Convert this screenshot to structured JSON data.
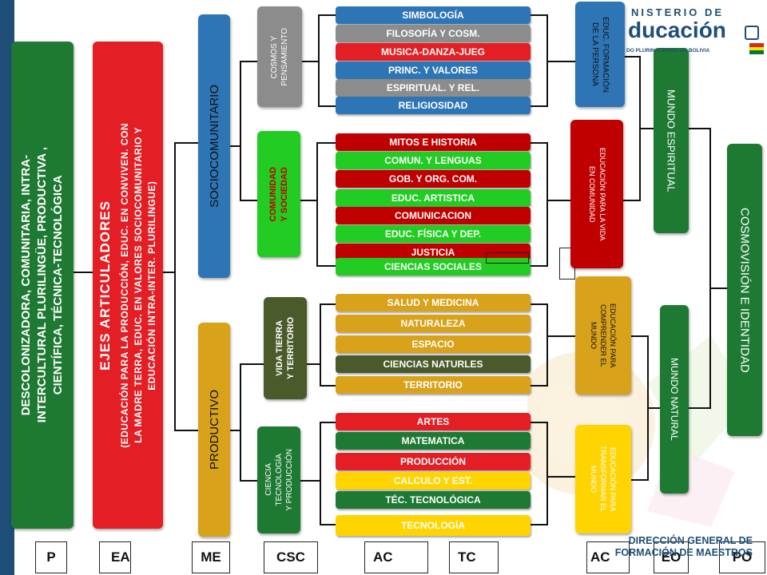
{
  "header": {
    "logo_top": "NISTERIO DE",
    "logo_main": "ducación",
    "logo_sub": "DO PLURINACIONAL DE BOLIVIA"
  },
  "footer": {
    "org_line1": "DIRECCIÓN GENERAL DE",
    "org_line2": "FORMACIÓN DE MAESTROS"
  },
  "boxes": {
    "main": "DESCOLONIZADORA, COMUNITARIA, INTRA-\nINTERCULTURAL PLURILINGÜE, PRODUCTIVA ,\nCIENTÍFICA, TÉCNICA-TECNOLÓGICA",
    "ejes_title": "EJES ARTICULADORES",
    "ejes_text": "(EDUCACIÓN PARA LA PRODUCCIÓN, EDUC. EN CONVIVEN. CON\nLA MADRE TERRA, EDUC. EN VALORES SOCIOCOMUNITARIO Y\nEDUCACIÓN INTRA-INTER. PLURILINGUE)",
    "sociocomunitario": "SOCIOCOMUNITARIO",
    "productivo": "PRODUCTIVO",
    "cosmos": "COSMOS Y\nPENSAMIENTO",
    "comunidad": "COMUNIDAD\nY SOCIEDAD",
    "vida_tierra": "VIDA TIERRA\nY TERRITORIO",
    "ciencia": "CIENCIA\nTECNOLOGÍA\nY PRODUCCIÓN",
    "educ_persona": "EDUC. FORMACIÓN\nDE LA PERSONA",
    "educ_comunidad": "EDUCACIÓN PARA LA VIDA\nEN COMUNIDAD",
    "educ_comprender": "EDUCACIÓN PARA\nCOMPRENDER EL\nMUNDO",
    "educ_transformar": "EDUCACIÓN PARA\nTRANSFORMAR EL\nMUNDO",
    "mundo_espiritual": "MUNDO ESPIRITUAL",
    "mundo_natural": "MUNDO NATURAL",
    "cosmovision": "COSMOVISIÓN E IDENTIDAD"
  },
  "areas": [
    {
      "label": "SIMBOLOGÍA",
      "color": "#2e75b6"
    },
    {
      "label": "FILOSOFÍA Y COSM.",
      "color": "#8c8c8c"
    },
    {
      "label": "MUSICA-DANZA-JUEG",
      "color": "#e31e24"
    },
    {
      "label": "PRINC. Y VALORES",
      "color": "#2e75b6"
    },
    {
      "label": "ESPIRITUAL. Y REL.",
      "color": "#8c8c8c"
    },
    {
      "label": "RELIGIOSIDAD",
      "color": "#2e75b6"
    },
    {
      "label": "MITOS  E HISTORIA",
      "color": "#c00000"
    },
    {
      "label": "COMUN. Y LENGUAS",
      "color": "#22cc22"
    },
    {
      "label": "GOB. Y ORG. COM.",
      "color": "#c00000"
    },
    {
      "label": "EDUC. ARTISTICA",
      "color": "#22cc22"
    },
    {
      "label": "COMUNICACION",
      "color": "#c00000"
    },
    {
      "label": "EDUC. FÍSICA Y DEP.",
      "color": "#22cc22"
    },
    {
      "label": "JUSTICIA",
      "color": "#c00000"
    },
    {
      "label": "CIENCIAS SOCIALES",
      "color": "#22cc22"
    },
    {
      "label": "SALUD Y  MEDICINA",
      "color": "#d9a21b"
    },
    {
      "label": "NATURALEZA",
      "color": "#d9a21b"
    },
    {
      "label": "ESPACIO",
      "color": "#d9a21b"
    },
    {
      "label": "CIENCIAS  NATURLES",
      "color": "#4a5a2a"
    },
    {
      "label": "TERRITORIO",
      "color": "#d9a21b"
    },
    {
      "label": "ARTES",
      "color": "#e31e24"
    },
    {
      "label": "MATEMATICA",
      "color": "#1e7a33"
    },
    {
      "label": "PRODUCCIÓN",
      "color": "#e31e24"
    },
    {
      "label": "CALCULO Y EST.",
      "color": "#ffd400"
    },
    {
      "label": "TÉC. TECNOLÓGICA",
      "color": "#1e7a33"
    },
    {
      "label": "TECNOLOGÍA",
      "color": "#ffd400"
    }
  ],
  "nav": [
    "P",
    "EA",
    "ME",
    "CSC",
    "AC",
    "TC",
    "AC",
    "EO",
    "PO"
  ]
}
